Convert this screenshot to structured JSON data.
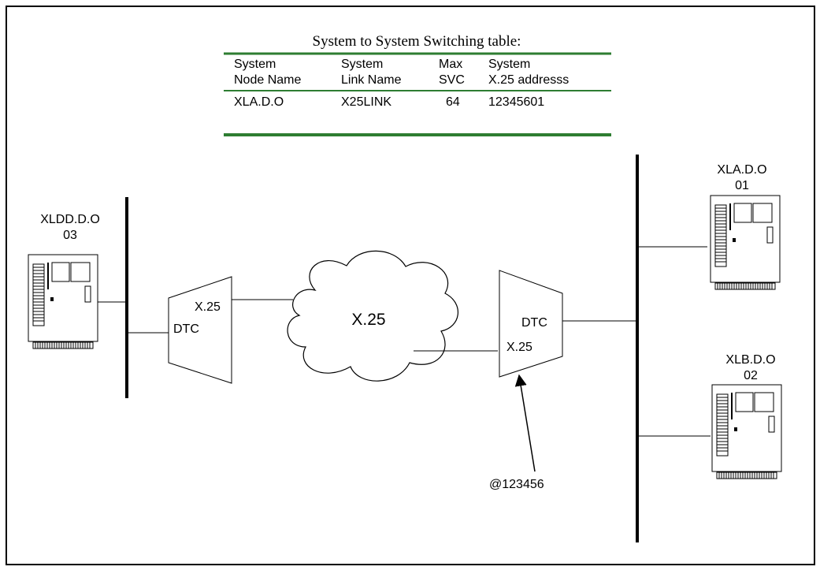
{
  "table": {
    "title": "System to System Switching table:",
    "headers": [
      [
        "System",
        "Node Name"
      ],
      [
        "System",
        "Link Name"
      ],
      [
        "Max",
        "SVC"
      ],
      [
        "System",
        "X.25 addresss"
      ]
    ],
    "row": [
      "XLA.D.O",
      "X25LINK",
      "64",
      "12345601"
    ]
  },
  "nodes": {
    "left": {
      "name": "XLDD.D.O",
      "id": "03"
    },
    "right_top": {
      "name": "XLA.D.O",
      "id": "01"
    },
    "right_bottom": {
      "name": "XLB.D.O",
      "id": "02"
    }
  },
  "dtc_left": {
    "x25_label": "X.25",
    "dtc_label": "DTC"
  },
  "dtc_right": {
    "x25_label": "X.25",
    "dtc_label": "DTC"
  },
  "cloud": {
    "label": "X.25"
  },
  "address": {
    "label": "@123456"
  },
  "colors": {
    "table_rule": "#2e7d32",
    "line": "#000000"
  }
}
